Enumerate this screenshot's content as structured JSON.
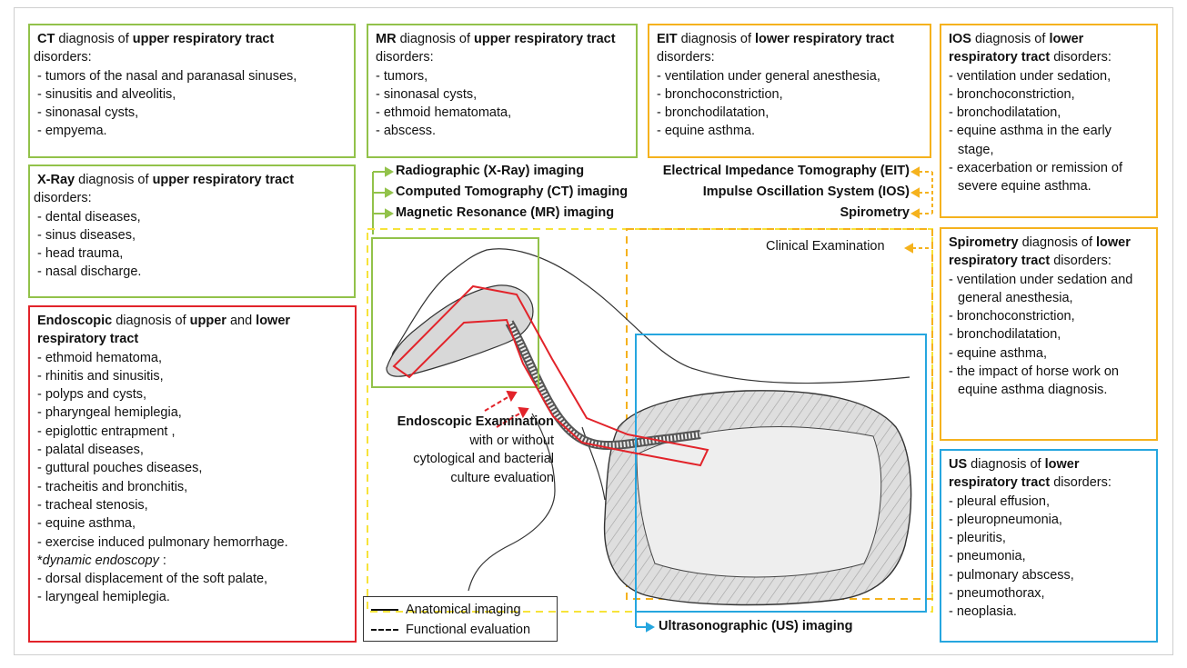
{
  "boxes": {
    "ct": {
      "title_parts": [
        "CT",
        " diagnosis of ",
        "upper respiratory tract",
        " disorders:"
      ],
      "items": [
        "- tumors of the nasal and paranasal sinuses,",
        "- sinusitis and alveolitis,",
        "- sinonasal cysts,",
        "- empyema."
      ]
    },
    "xray": {
      "title_parts": [
        "X-Ray",
        " diagnosis of ",
        "upper respiratory tract",
        " disorders:"
      ],
      "items": [
        "- dental diseases,",
        "- sinus diseases,",
        "- head trauma,",
        "- nasal discharge."
      ]
    },
    "endoscopic": {
      "title_parts": [
        "Endoscopic",
        " diagnosis of ",
        "upper",
        " and ",
        "lower respiratory tract",
        " disorders:"
      ],
      "items": [
        "- ethmoid hematoma,",
        "- rhinitis and sinusitis,",
        "- polyps and cysts,",
        "- pharyngeal hemiplegia,",
        "- epiglottic entrapment ,",
        "- palatal diseases,",
        "- guttural pouches diseases,",
        "- tracheitis and bronchitis,",
        "- tracheal stenosis,",
        "- equine asthma,",
        "- exercise induced pulmonary hemorrhage."
      ],
      "dynamic_prefix": "*",
      "dynamic_label": "dynamic endoscopy",
      "dynamic_suffix": " :",
      "dynamic_items": [
        "- dorsal displacement of the soft palate,",
        "- laryngeal hemiplegia."
      ]
    },
    "mr": {
      "title_parts": [
        "MR",
        " diagnosis of ",
        "upper respiratory tract",
        " disorders:"
      ],
      "items": [
        "- tumors,",
        "- sinonasal cysts,",
        "- ethmoid hematomata,",
        "- abscess."
      ]
    },
    "eit": {
      "title_parts": [
        "EIT",
        " diagnosis of ",
        "lower respiratory tract",
        " disorders:"
      ],
      "items": [
        "- ventilation under general anesthesia,",
        "- bronchoconstriction,",
        "- bronchodilatation,",
        "- equine asthma."
      ]
    },
    "ios": {
      "title_parts": [
        "IOS",
        " diagnosis of ",
        "lower respiratory tract",
        " disorders:"
      ],
      "items": [
        "- ventilation under sedation,",
        "- bronchoconstriction,",
        "- bronchodilatation,",
        "- equine asthma in the early stage,",
        "- exacerbation or remission of severe equine asthma."
      ]
    },
    "spirometry": {
      "title_parts": [
        "Spirometry",
        " diagnosis of ",
        "lower respiratory tract",
        " disorders:"
      ],
      "items": [
        "- ventilation under sedation and general anesthesia,",
        "- bronchoconstriction,",
        "- bronchodilatation,",
        "- equine asthma,",
        "- the impact of horse work on equine asthma diagnosis."
      ]
    },
    "us": {
      "title_parts": [
        "US",
        " diagnosis of ",
        "lower respiratory tract",
        " disorders:"
      ],
      "items": [
        "- pleural effusion,",
        "- pleuropneumonia,",
        "- pleuritis,",
        "- pneumonia,",
        "- pulmonary abscess,",
        "- pneumothorax,",
        "- neoplasia."
      ]
    }
  },
  "labels": {
    "radiographic": "Radiographic (X-Ray) imaging",
    "ct_imaging": "Computed Tomography (CT) imaging",
    "mr_imaging": "Magnetic Resonance (MR) imaging",
    "eit": "Electrical Impedance Tomography (EIT)",
    "ios": "Impulse Oscillation System (IOS)",
    "spirometry": "Spirometry",
    "clinical": "Clinical Examination",
    "endo_title": "Endoscopic Examination",
    "endo_l1": "with or without",
    "endo_l2": "cytological and bacterial",
    "endo_l3": "culture evaluation",
    "us_imaging": "Ultrasonographic (US) imaging"
  },
  "legend": {
    "solid": "Anatomical imaging",
    "dashed": "Functional evaluation"
  },
  "colors": {
    "green": "#92c24a",
    "red": "#e2232a",
    "orange": "#f5b21d",
    "yellow_dash": "#f7e33a",
    "blue": "#26a6df"
  }
}
